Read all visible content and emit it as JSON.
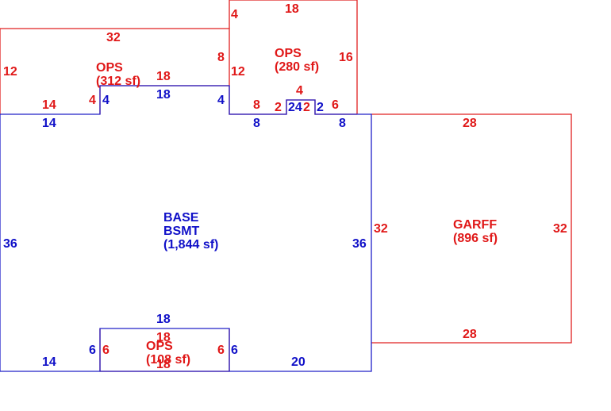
{
  "colors": {
    "blue": "#1010c8",
    "red": "#e01818"
  },
  "areas": {
    "base": {
      "line1": "BASE",
      "line2": "BSMT",
      "line3": "(1,844 sf)"
    },
    "ops_left": {
      "line1": "OPS",
      "line2": "(312 sf)"
    },
    "ops_top": {
      "line1": "OPS",
      "line2": "(280 sf)"
    },
    "ops_bottom": {
      "line1": "OPS",
      "line2": "(108 sf)"
    },
    "garage": {
      "line1": "GARFF",
      "line2": "(896 sf)"
    }
  },
  "dims": {
    "top_left_32": "32",
    "ops_left_12": "12",
    "ops_left_14": "14",
    "ops_left_4": "4",
    "ops_left_18": "18",
    "ops_left_8": "8",
    "ops_left_12b": "12",
    "ops_top_4": "4",
    "ops_top_18": "18",
    "ops_top_16": "16",
    "ops_top_8": "8",
    "ops_top_2a": "2",
    "ops_top_4b": "4",
    "ops_top_2b": "2",
    "ops_top_6": "6",
    "base_14_top": "14",
    "base_4a": "4",
    "base_18_top": "18",
    "base_4b": "4",
    "base_8a": "8",
    "base_24": "24",
    "base_2": "2",
    "base_8b": "8",
    "base_36_left": "36",
    "base_36_right": "36",
    "base_18_bottom": "18",
    "base_6a": "6",
    "base_6b": "6",
    "base_14_bottom": "14",
    "base_20": "20",
    "ops_bottom_18": "18",
    "ops_bottom_6a": "6",
    "ops_bottom_6b": "6",
    "ops_bottom_18b": "18",
    "garage_28_top": "28",
    "garage_32_left": "32",
    "garage_32_right": "32",
    "garage_28_bottom": "28"
  }
}
